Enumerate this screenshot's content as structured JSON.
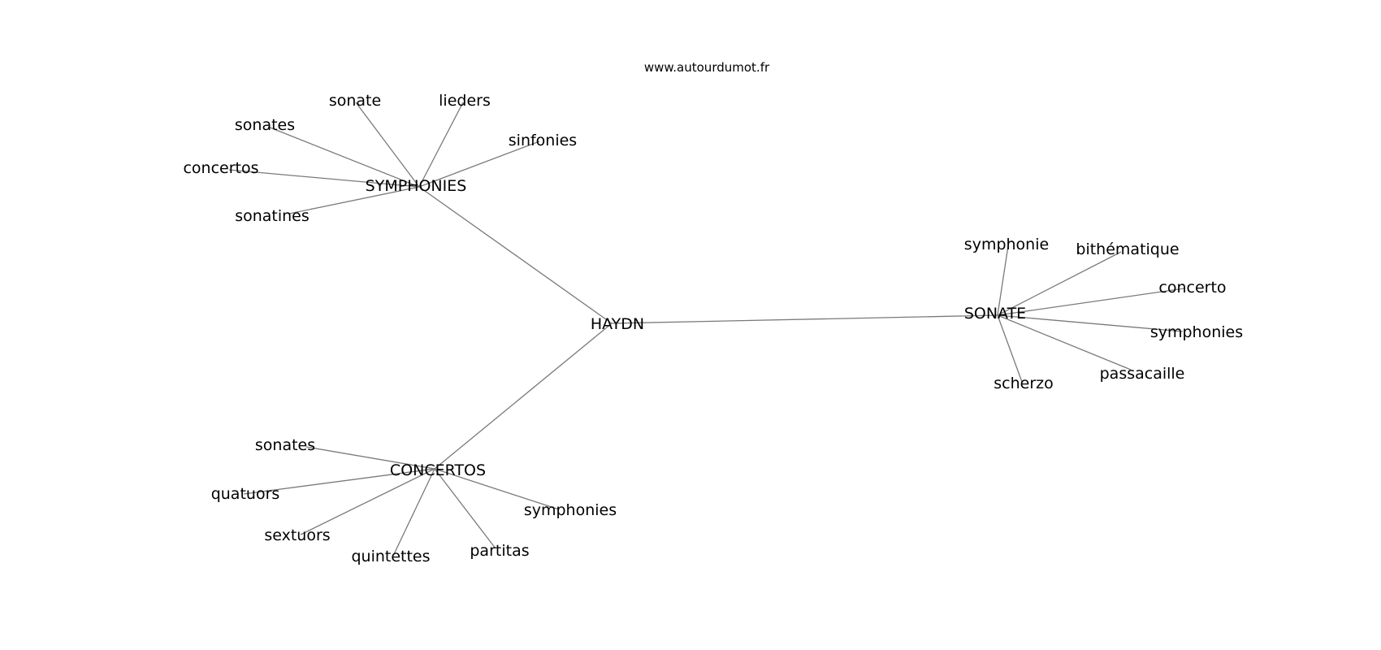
{
  "watermark": "www.autourdumot.fr",
  "root": "HAYDN",
  "hubs": [
    {
      "id": "symphonies-hub",
      "label": "SYMPHONIES",
      "leaves": [
        "sonate",
        "lieders",
        "sonates",
        "sinfonies",
        "concertos",
        "sonatines"
      ]
    },
    {
      "id": "sonate-hub",
      "label": "SONATE",
      "leaves": [
        "symphonie",
        "bithématique",
        "concerto",
        "symphonies",
        "passacaille",
        "scherzo"
      ]
    },
    {
      "id": "concertos-hub",
      "label": "CONCERTOS",
      "leaves": [
        "sonates",
        "quatuors",
        "sextuors",
        "quintettes",
        "partitas",
        "symphonies"
      ]
    }
  ],
  "colors": {
    "edge": "#7a7a7a",
    "text": "#000000",
    "background": "#ffffff"
  }
}
